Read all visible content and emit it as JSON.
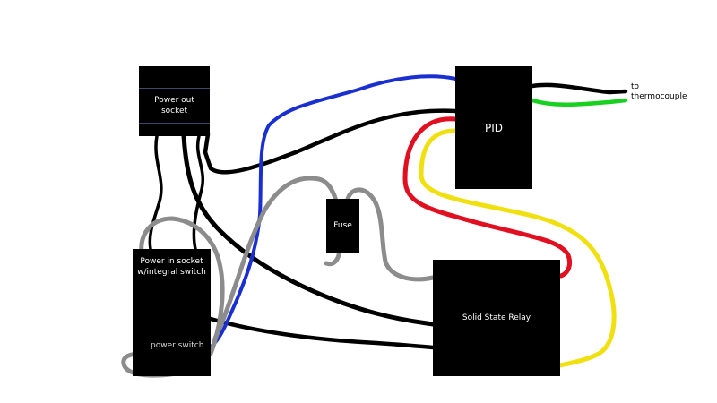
{
  "labels": {
    "power_out_socket": "Power out\nsocket",
    "pid": "PID",
    "fuse": "Fuse",
    "power_in_socket": "Power in socket\nw/integral switch",
    "power_switch": "power switch",
    "solid_state_relay": "Solid State Relay",
    "to_thermocouple": "to\nthermocouple"
  },
  "colors": {
    "background": "#ffffff",
    "box": "#000000",
    "box_text": "#ffffff",
    "wire_black": "#000000",
    "wire_blue": "#1a2fd0",
    "wire_gray": "#8c8c8c",
    "wire_red": "#e01020",
    "wire_yellow": "#f0e010",
    "wire_green": "#18d020"
  }
}
